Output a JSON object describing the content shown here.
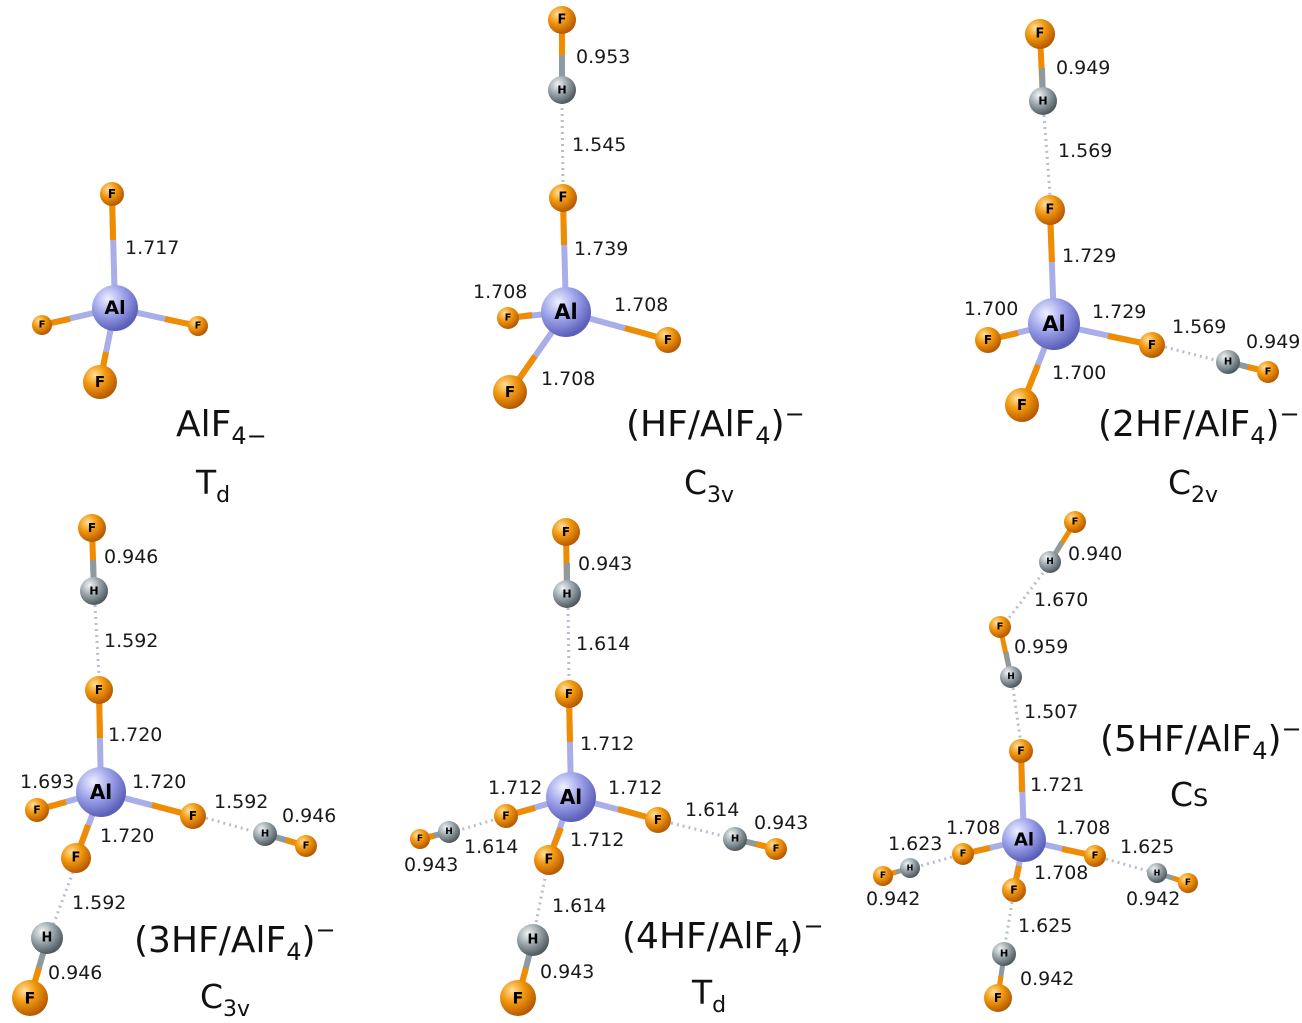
{
  "panels": [
    {
      "id": "alf4",
      "formula": {
        "pre": "AlF",
        "sub": "4",
        "post": "",
        "charge": "−"
      },
      "symmetry": {
        "main": "T",
        "sub": "d"
      },
      "labels": [
        "1.717"
      ]
    },
    {
      "id": "hf-alf4",
      "formula": {
        "pre": "(HF/AlF",
        "sub": "4",
        "post": ")",
        "charge": "−"
      },
      "symmetry": {
        "main": "C",
        "sub": "3v"
      },
      "labels": [
        "0.953",
        "1.545",
        "1.739",
        "1.708",
        "1.708",
        "1.708"
      ]
    },
    {
      "id": "2hf-alf4",
      "formula": {
        "pre": "(2HF/AlF",
        "sub": "4",
        "post": ")",
        "charge": "−"
      },
      "symmetry": {
        "main": "C",
        "sub": "2v"
      },
      "labels": [
        "0.949",
        "1.569",
        "1.729",
        "1.729",
        "1.700",
        "1.700",
        "1.569",
        "0.949"
      ]
    },
    {
      "id": "3hf-alf4",
      "formula": {
        "pre": "(3HF/AlF",
        "sub": "4",
        "post": ")",
        "charge": "−"
      },
      "symmetry": {
        "main": "C",
        "sub": "3v"
      },
      "labels": [
        "0.946",
        "1.592",
        "1.720",
        "1.693",
        "1.720",
        "1.720",
        "1.592",
        "0.946",
        "1.592",
        "0.946"
      ]
    },
    {
      "id": "4hf-alf4",
      "formula": {
        "pre": "(4HF/AlF",
        "sub": "4",
        "post": ")",
        "charge": "−"
      },
      "symmetry": {
        "main": "T",
        "sub": "d"
      },
      "labels": [
        "0.943",
        "1.614",
        "1.712",
        "1.712",
        "1.712",
        "1.614",
        "0.943",
        "1.614",
        "0.943",
        "1.712",
        "1.614",
        "0.943"
      ]
    },
    {
      "id": "5hf-alf4",
      "formula": {
        "pre": "(5HF/AlF",
        "sub": "4",
        "post": ")",
        "charge": "−"
      },
      "symmetry": {
        "main": "C",
        "sub": "S"
      },
      "labels": [
        "0.940",
        "1.670",
        "0.959",
        "1.507",
        "1.721",
        "1.708",
        "1.708",
        "1.623",
        "1.625",
        "0.942",
        "0.942",
        "1.708",
        "1.625",
        "0.942"
      ]
    }
  ],
  "atom_symbols": {
    "al": "Al",
    "f": "F",
    "h": "H"
  },
  "colors": {
    "al": "#8d92e0",
    "f": "#f08c00",
    "h": "#8e9aa0",
    "bond_al": "#a9aee8",
    "hbond": "#b8bfcc",
    "text": "#111111"
  }
}
